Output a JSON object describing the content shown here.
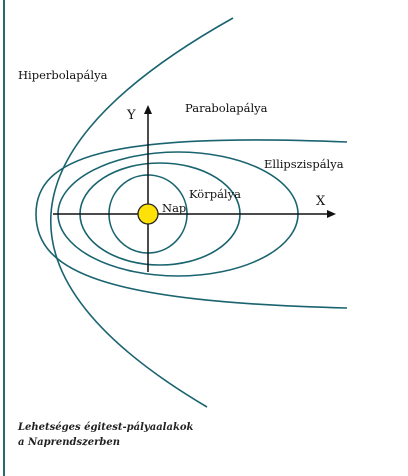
{
  "diagram": {
    "labels": {
      "hyperbola": "Hiperbolapálya",
      "parabola": "Parabolapálya",
      "ellipse": "Ellipszispálya",
      "circle": "Körpálya",
      "sun": "Nap",
      "x_axis": "X",
      "y_axis": "Y"
    },
    "colors": {
      "orbit": "#1a6470",
      "axis": "#111111",
      "sun_fill": "#ffe10a",
      "sun_stroke": "#222222",
      "page_rule": "#2a6b70"
    }
  },
  "caption": {
    "line1": "Lehetséges égitest-pályaalakok",
    "line2": "a Naprendszerben"
  }
}
